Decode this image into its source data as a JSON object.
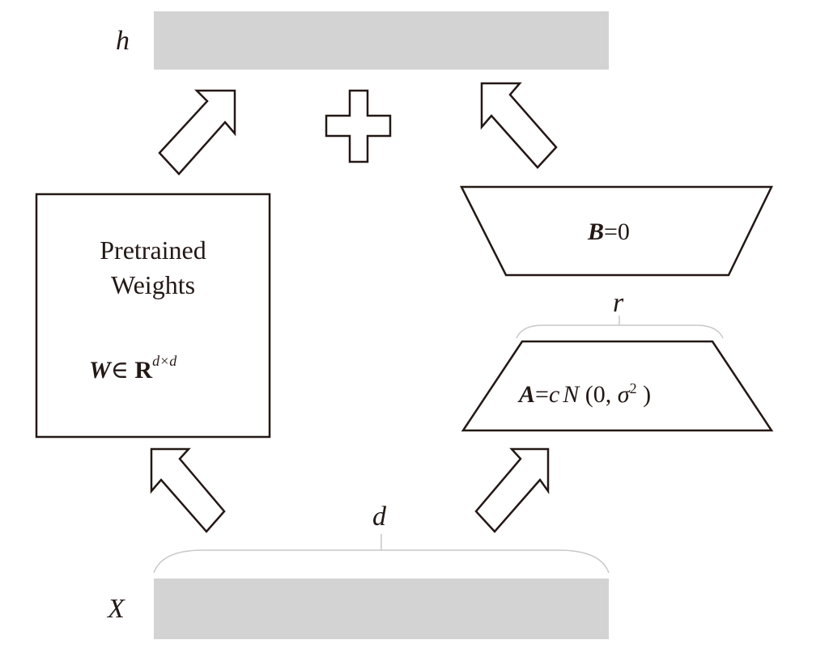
{
  "labels": {
    "h": "h",
    "x": "X",
    "d": "d",
    "r": "r"
  },
  "pretrained": {
    "line1": "Pretrained",
    "line2": "Weights",
    "w_symbol": "W",
    "w_in": "∈",
    "w_space": "R",
    "w_dims": "d×d"
  },
  "b_block": {
    "symbol": "B",
    "rest": "=0"
  },
  "a_block": {
    "symbol": "A",
    "eq": "=",
    "c": "c",
    "N": "N",
    "open": "(0, ",
    "sigma": "σ",
    "sq": "2",
    "close": ")"
  },
  "colors": {
    "bar": "#d3d3d3",
    "stroke": "#231815",
    "brace": "#c8c8c8"
  }
}
